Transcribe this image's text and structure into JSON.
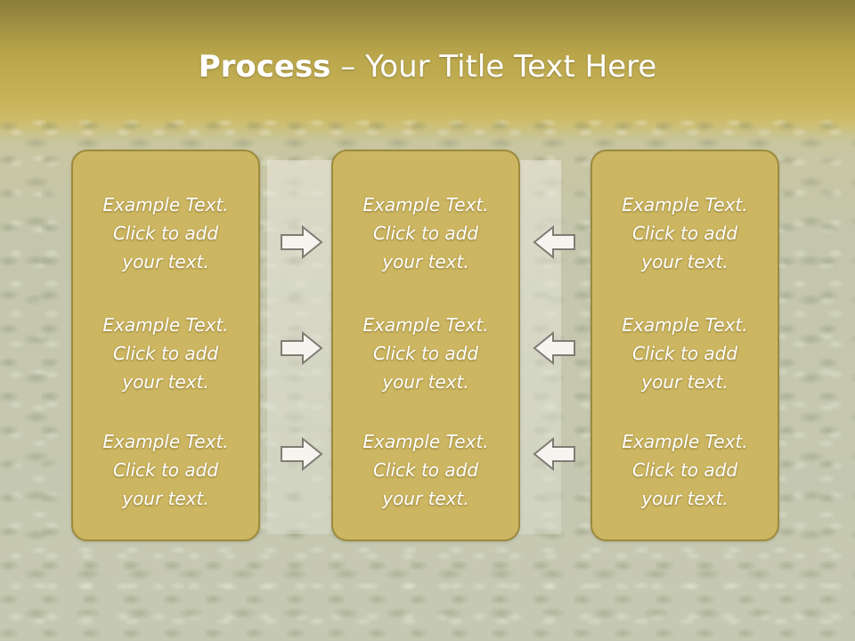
{
  "title": {
    "bold": "Process",
    "rest": " – Your Title Text Here"
  },
  "columns": [
    {
      "items": [
        "Example Text.\nClick  to add\nyour text.",
        "Example Text.\nClick  to add\nyour text.",
        "Example Text.\nClick  to add\nyour text."
      ]
    },
    {
      "items": [
        "Example Text.\nClick  to add\nyour text.",
        "Example Text.\nClick  to add\nyour text.",
        "Example Text.\nClick  to add\nyour text."
      ]
    },
    {
      "items": [
        "Example Text.\nClick  to add\nyour text.",
        "Example Text.\nClick  to add\nyour text.",
        "Example Text.\nClick  to add\nyour text."
      ]
    }
  ],
  "arrows": {
    "left_group": "right-arrow-icon",
    "right_group": "left-arrow-icon"
  },
  "colors": {
    "panel_fill": "#ccb661",
    "panel_border": "#9c8a3e",
    "title_band": "#b9a54a",
    "text": "#ffffff"
  }
}
